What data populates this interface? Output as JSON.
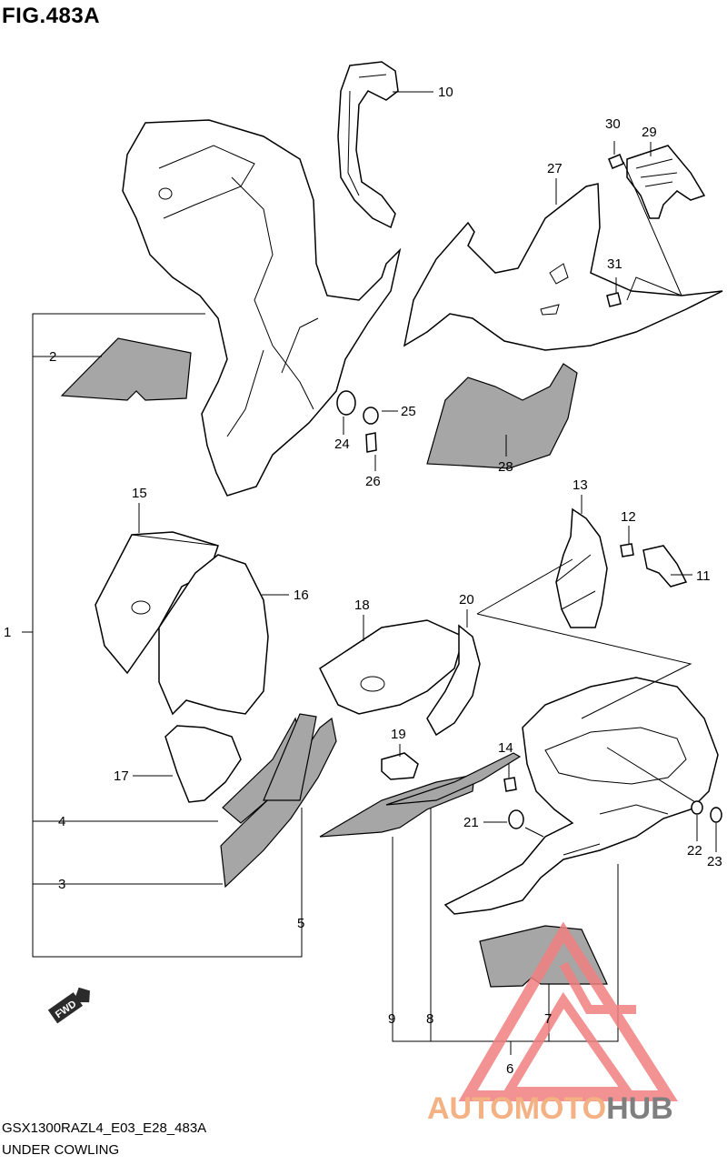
{
  "figure": {
    "title": "FIG.483A",
    "model_code": "GSX1300RAZL4_E03_E28_483A",
    "caption": "UNDER COWLING"
  },
  "callouts": [
    "1",
    "2",
    "3",
    "4",
    "5",
    "6",
    "7",
    "8",
    "9",
    "10",
    "11",
    "12",
    "13",
    "14",
    "15",
    "16",
    "17",
    "18",
    "19",
    "20",
    "21",
    "22",
    "23",
    "24",
    "25",
    "26",
    "27",
    "28",
    "29",
    "30",
    "31"
  ],
  "fwd_badge": "FWD",
  "watermark": {
    "part1": "AUTOMOTO",
    "part2": "HUB",
    "color_main": "#f4b183",
    "color_accent": "#7f7f7f",
    "logo_color": "#f08080"
  }
}
